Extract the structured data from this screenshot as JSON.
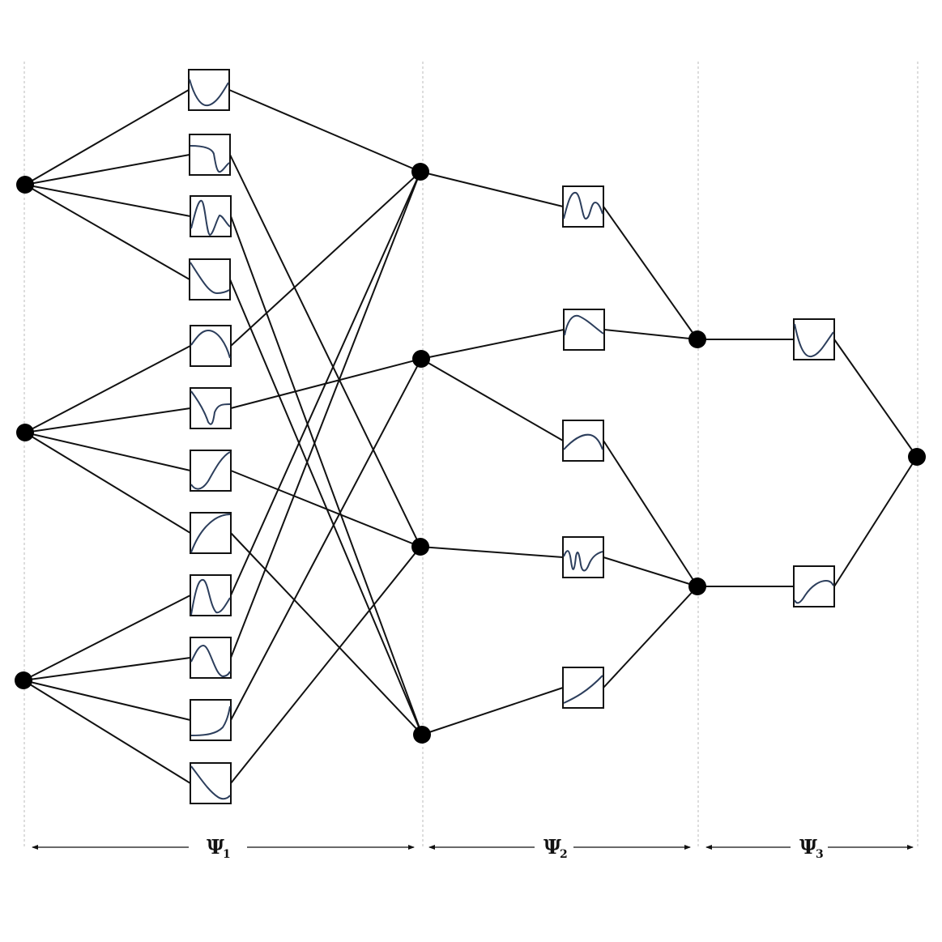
{
  "colors": {
    "line": "#111111",
    "curve": "#2c3e5c",
    "separator": "#bbbbbb",
    "node": "#000000"
  },
  "sections": [
    {
      "label": "Ψ",
      "subscript": "1"
    },
    {
      "label": "Ψ",
      "subscript": "2"
    },
    {
      "label": "Ψ",
      "subscript": "3"
    }
  ],
  "layers": {
    "input_nodes": 3,
    "layer1_functions": 12,
    "hidden1_nodes": 4,
    "layer2_functions": 5,
    "hidden2_nodes": 2,
    "layer3_functions": 2,
    "output_nodes": 1
  }
}
